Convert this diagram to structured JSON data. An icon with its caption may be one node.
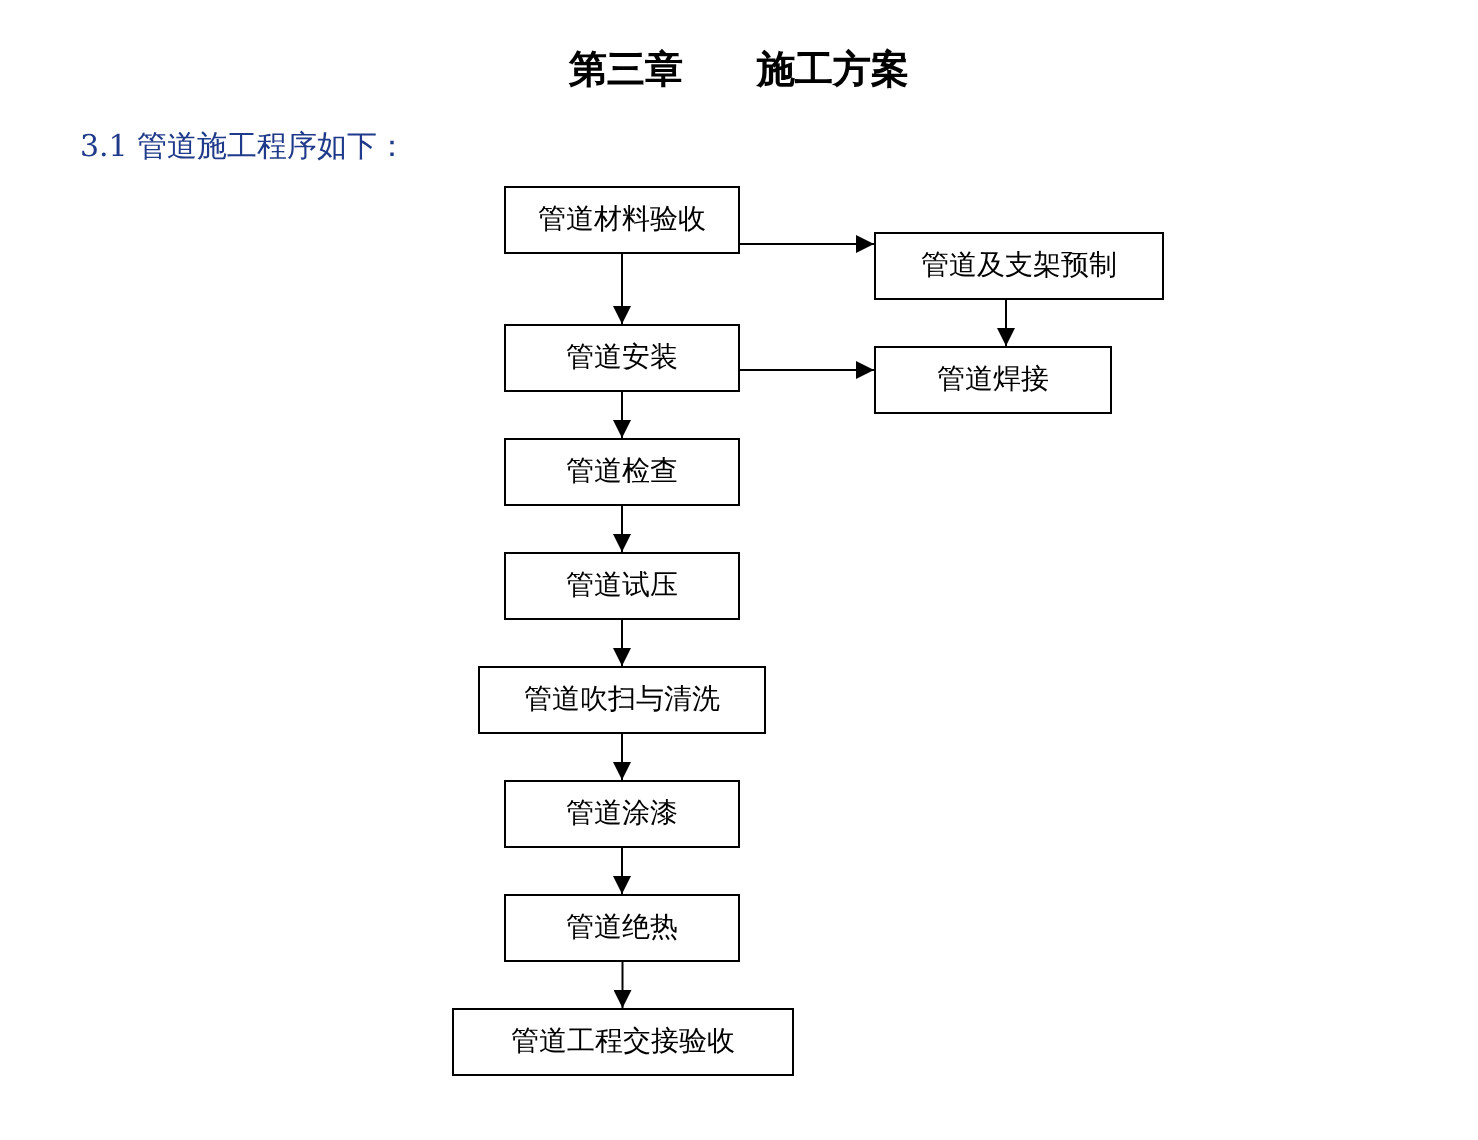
{
  "diagram": {
    "title": "第三章 施工方案",
    "labels": [
      "3.1 管道施工程序如下："
    ],
    "nodes": [
      {
        "text": [
          "管道材料验收"
        ]
      },
      {
        "text": [
          "管道及支架预制"
        ]
      },
      {
        "text": [
          "管道安装"
        ]
      },
      {
        "text": [
          "管道焊接"
        ]
      },
      {
        "text": [
          "管道检查"
        ]
      },
      {
        "text": [
          "管道试压"
        ]
      },
      {
        "text": [
          "管道吹扫与清洗"
        ]
      },
      {
        "text": [
          "管道涂漆"
        ]
      },
      {
        "text": [
          "管道绝热"
        ]
      },
      {
        "text": [
          "管道工程交接验收"
        ]
      }
    ],
    "edges": [
      {
        "from": 0,
        "to": 2,
        "arrow": "to"
      },
      {
        "from": 0,
        "to": 1,
        "arrow": "to"
      },
      {
        "from": 1,
        "to": 3,
        "arrow": "to"
      },
      {
        "from": 2,
        "to": 3,
        "arrow": "to"
      },
      {
        "from": 2,
        "to": 4,
        "arrow": "to"
      },
      {
        "from": 4,
        "to": 5,
        "arrow": "to"
      },
      {
        "from": 5,
        "to": 6,
        "arrow": "to"
      },
      {
        "from": 6,
        "to": 7,
        "arrow": "to"
      },
      {
        "from": 7,
        "to": 8,
        "arrow": "to"
      },
      {
        "from": 8,
        "to": 9,
        "arrow": "to"
      }
    ]
  }
}
